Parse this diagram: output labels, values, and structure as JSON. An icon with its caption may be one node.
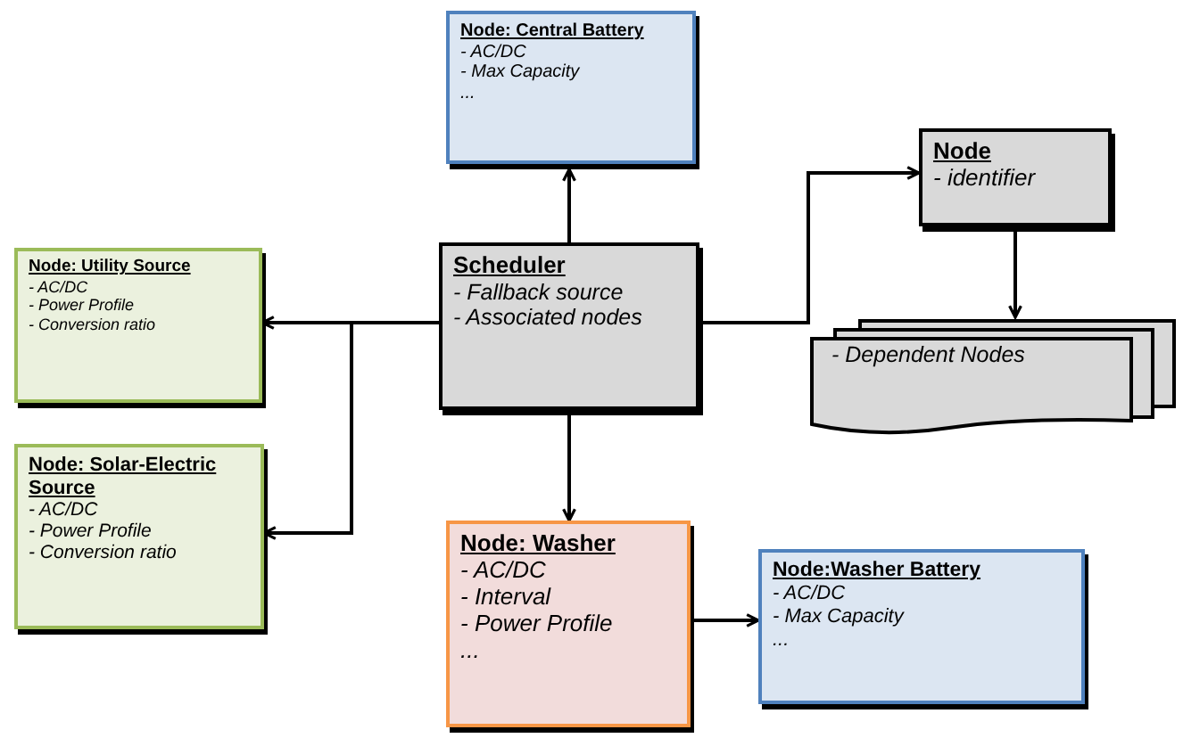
{
  "diagram": {
    "nodes": [
      {
        "text": [
          "Node: Central Battery",
          "- AC/DC",
          "- Max Capacity",
          "..."
        ]
      },
      {
        "text": [
          "Node",
          "- identifier"
        ]
      },
      {
        "text": [
          "Node: Utility Source",
          "- AC/DC",
          "- Power Profile",
          "- Conversion ratio"
        ]
      },
      {
        "text": [
          "Scheduler",
          "- Fallback source",
          "- Associated nodes"
        ]
      },
      {
        "text": [
          "- Dependent Nodes"
        ]
      },
      {
        "text": [
          "Node: Solar-Electric Source",
          "- AC/DC",
          "- Power Profile",
          "- Conversion ratio"
        ]
      },
      {
        "text": [
          "Node: Washer",
          "- AC/DC",
          "- Interval",
          "- Power Profile",
          "..."
        ]
      },
      {
        "text": [
          "Node:Washer Battery",
          "- AC/DC",
          "- Max Capacity",
          "..."
        ]
      }
    ],
    "edges": [
      {
        "from": 3,
        "to": 0,
        "arrow": "to"
      },
      {
        "from": 3,
        "to": 2,
        "arrow": "to"
      },
      {
        "from": 3,
        "to": 5,
        "arrow": "to"
      },
      {
        "from": 3,
        "to": 1,
        "arrow": "to"
      },
      {
        "from": 1,
        "to": 4,
        "arrow": "to"
      },
      {
        "from": 3,
        "to": 6,
        "arrow": "to"
      },
      {
        "from": 6,
        "to": 7,
        "arrow": "to"
      }
    ]
  }
}
